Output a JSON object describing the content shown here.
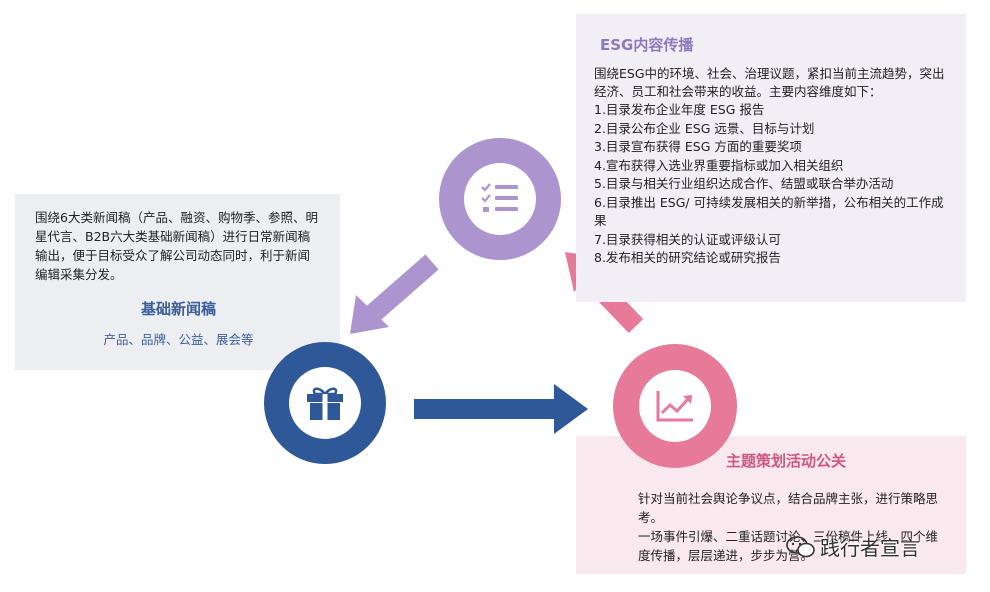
{
  "esg": {
    "title": "ESG内容传播",
    "intro": "围绕ESG中的环境、社会、治理议题，紧扣当前主流趋势，突出经济、员工和社会带来的收益。主要内容维度如下：",
    "items": [
      "1.目录发布企业年度 ESG 报告",
      "2.目录公布企业 ESG 远景、目标与计划",
      "3.目录宣布获得 ESG 方面的重要奖项",
      "4.宣布获得入选业界重要指标或加入相关组织",
      "5.目录与相关行业组织达成合作、结盟或联合举办活动",
      "6.目录推出 ESG/ 可持续发展相关的新举措，公布相关的工作成果",
      "7.目录获得相关的认证或评级认可",
      "8.发布相关的研究结论或研究报告"
    ],
    "color": "#ac95cf"
  },
  "basic": {
    "body": "围绕6大类新闻稿（产品、融资、购物季、参照、明星代言、B2B六大类基础新闻稿）进行日常新闻稿输出，便于目标受众了解公司动态同时，利于新闻编辑采集分发。",
    "title": "基础新闻稿",
    "subtitle": "产品、品牌、公益、展会等",
    "color": "#2e5898"
  },
  "topic": {
    "title": "主题策划活动公关",
    "body": "针对当前社会舆论争议点，结合品牌主张，进行策略思考。",
    "body2": "一场事件引爆、二重话题讨论、三份稿件上线、四个维度传播，层层递进，步步为营。",
    "color": "#e77a98"
  },
  "icons": {
    "purple": "checklist-icon",
    "blue": "gift-icon",
    "pink": "trend-chart-icon"
  },
  "watermark": "践行者宣言"
}
